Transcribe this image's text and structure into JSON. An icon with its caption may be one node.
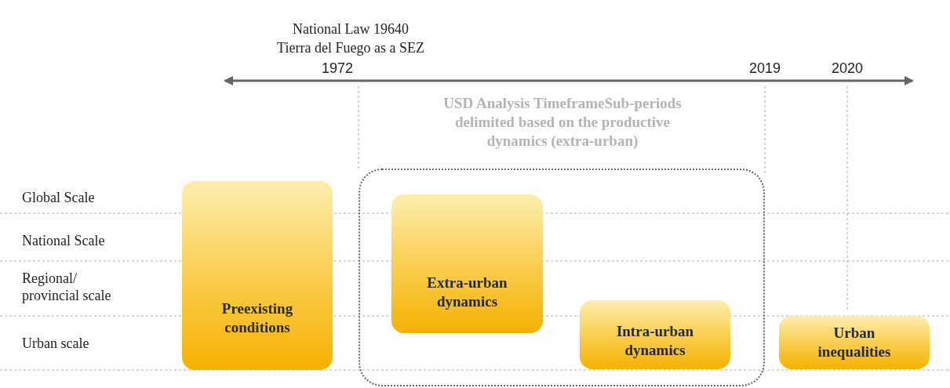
{
  "diagram": {
    "nodes": [
      {
        "text": [
          "Preexisting conditions"
        ]
      },
      {
        "text": [
          "USD Analysis TimeframeSub-periods delimited based on the productive dynamics (extra-urban)"
        ]
      },
      {
        "text": [
          "Extra-urban dynamics"
        ],
        "in": 1
      },
      {
        "text": [
          "Intra-urban dynamics"
        ],
        "in": 1
      },
      {
        "text": [
          "Urban inequalities"
        ]
      }
    ],
    "edges": [],
    "labels": [
      "National Law 19640",
      "Tierra del Fuego as a SEZ",
      "1972",
      "2019",
      "2020",
      "Global Scale",
      "National Scale",
      "Regional/ provincial scale",
      "Urban scale"
    ]
  }
}
